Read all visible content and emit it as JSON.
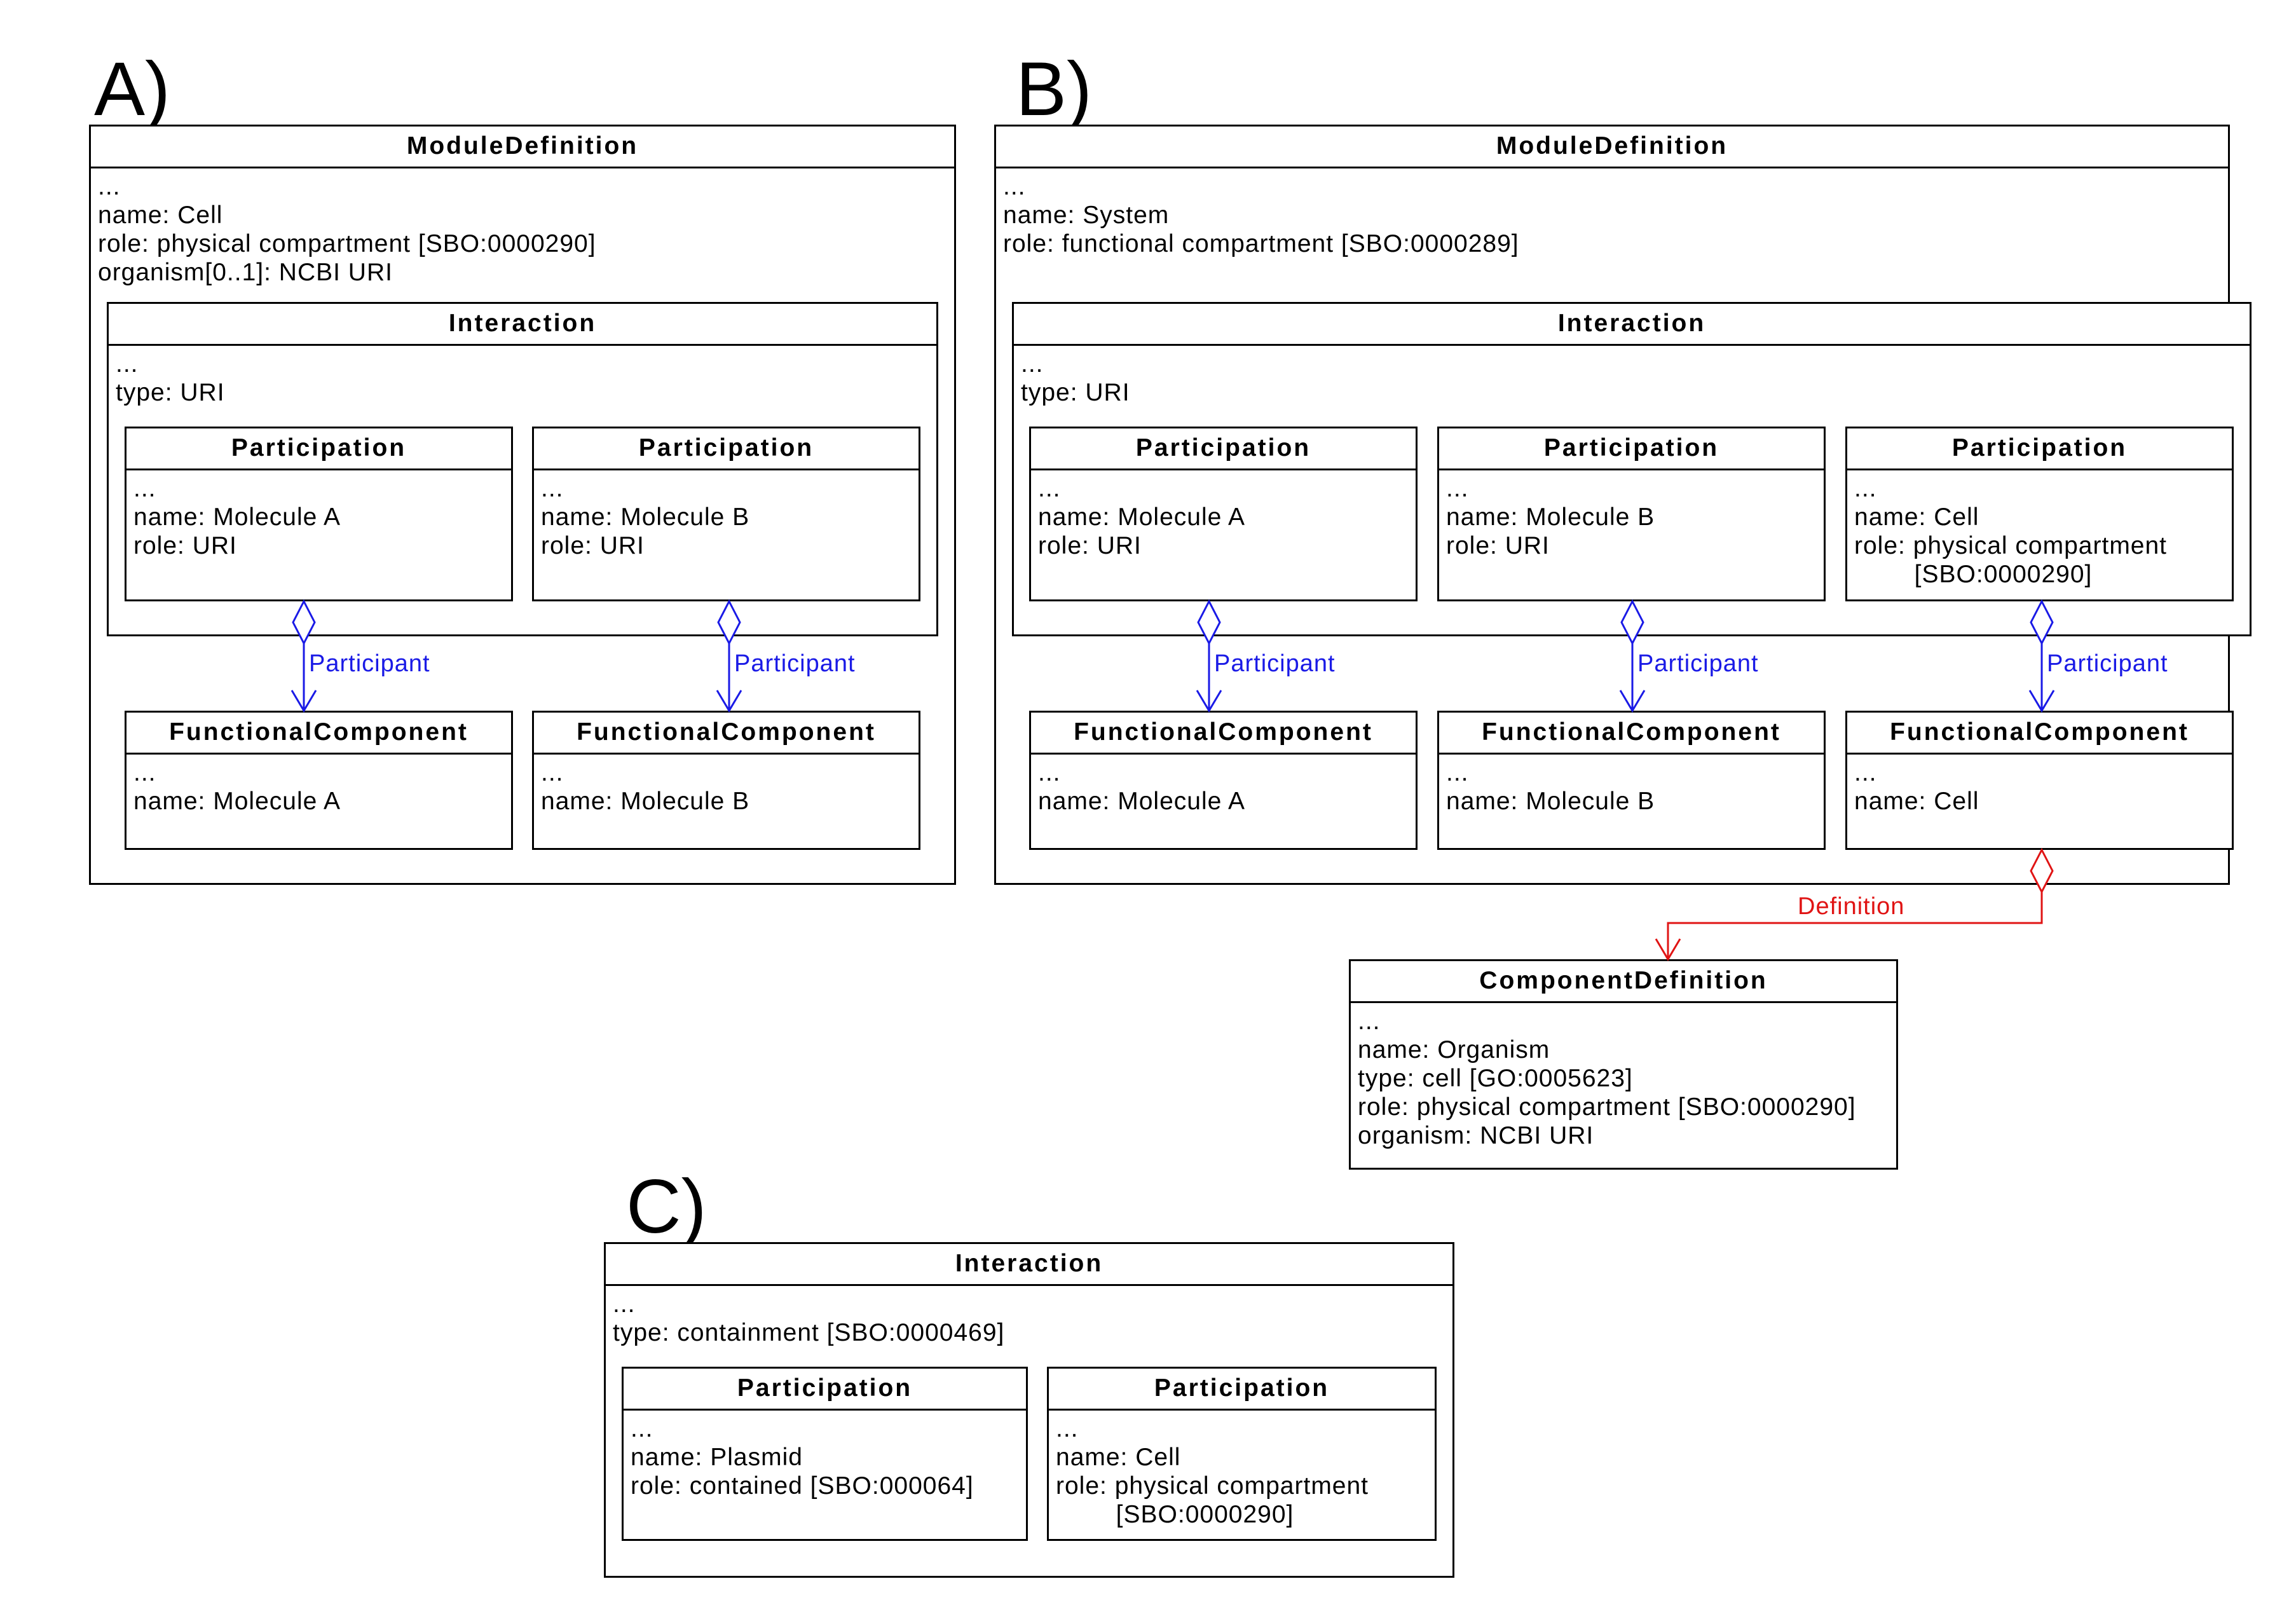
{
  "colors": {
    "participant": "#1a1ae6",
    "definition": "#e01414",
    "line": "#000000"
  },
  "panels": [
    {
      "id": "A",
      "label": "A)"
    },
    {
      "id": "B",
      "label": "B)"
    },
    {
      "id": "C",
      "label": "C)"
    }
  ],
  "boxes": {
    "a_md": {
      "title": "ModuleDefinition",
      "lines": [
        "...",
        "name: Cell",
        "role: physical compartment [SBO:0000290]",
        "organism[0..1]: NCBI URI"
      ]
    },
    "a_int": {
      "title": "Interaction",
      "lines": [
        "...",
        "type: URI"
      ]
    },
    "a_p1": {
      "title": "Participation",
      "lines": [
        "...",
        "name: Molecule A",
        "role: URI"
      ]
    },
    "a_p2": {
      "title": "Participation",
      "lines": [
        "...",
        "name: Molecule B",
        "role: URI"
      ]
    },
    "a_fc1": {
      "title": "FunctionalComponent",
      "lines": [
        "...",
        "name: Molecule A"
      ]
    },
    "a_fc2": {
      "title": "FunctionalComponent",
      "lines": [
        "...",
        "name: Molecule B"
      ]
    },
    "b_md": {
      "title": "ModuleDefinition",
      "lines": [
        "...",
        "name: System",
        "role: functional compartment [SBO:0000289]"
      ]
    },
    "b_int": {
      "title": "Interaction",
      "lines": [
        "...",
        "type: URI"
      ]
    },
    "b_p1": {
      "title": "Participation",
      "lines": [
        "...",
        "name: Molecule A",
        "role: URI"
      ]
    },
    "b_p2": {
      "title": "Participation",
      "lines": [
        "...",
        "name: Molecule B",
        "role: URI"
      ]
    },
    "b_p3": {
      "title": "Participation",
      "lines": [
        "...",
        "name: Cell",
        "role: physical compartment",
        "        [SBO:0000290]"
      ]
    },
    "b_fc1": {
      "title": "FunctionalComponent",
      "lines": [
        "...",
        "name: Molecule A"
      ]
    },
    "b_fc2": {
      "title": "FunctionalComponent",
      "lines": [
        "...",
        "name: Molecule B"
      ]
    },
    "b_fc3": {
      "title": "FunctionalComponent",
      "lines": [
        "...",
        "name: Cell"
      ]
    },
    "b_cd": {
      "title": "ComponentDefinition",
      "lines": [
        "...",
        "name: Organism",
        "type: cell [GO:0005623]",
        "role: physical compartment [SBO:0000290]",
        "organism: NCBI URI"
      ]
    },
    "c_int": {
      "title": "Interaction",
      "lines": [
        "...",
        "type: containment [SBO:0000469]"
      ]
    },
    "c_p1": {
      "title": "Participation",
      "lines": [
        "...",
        "name: Plasmid",
        "role: contained [SBO:000064]"
      ]
    },
    "c_p2": {
      "title": "Participation",
      "lines": [
        "...",
        "name: Cell",
        "role: physical compartment",
        "        [SBO:0000290]"
      ]
    }
  },
  "connectors": {
    "participant_label": "Participant",
    "definition_label": "Definition"
  }
}
